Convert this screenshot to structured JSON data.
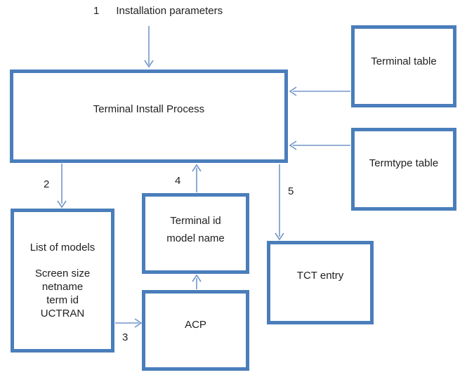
{
  "diagram": {
    "step1": {
      "number": "1",
      "label": "Installation parameters"
    },
    "boxes": {
      "terminal_install_process": {
        "label": "Terminal Install Process"
      },
      "terminal_table": {
        "label": "Terminal table"
      },
      "termtype_table": {
        "label": "Termtype table"
      },
      "list_of_models": {
        "lines": [
          "List of models",
          "Screen size",
          "netname",
          "term id",
          "UCTRAN"
        ]
      },
      "terminal_id_model": {
        "lines": [
          "Terminal id",
          "model name"
        ]
      },
      "acp": {
        "label": "ACP"
      },
      "tct_entry": {
        "label": "TCT entry"
      }
    },
    "arrow_labels": {
      "step2": "2",
      "step3": "3",
      "step4": "4",
      "step5": "5"
    },
    "colors": {
      "box_border": "#4a7ebb",
      "arrow": "#7396c8",
      "text": "#212121",
      "background": "#ffffff"
    }
  }
}
